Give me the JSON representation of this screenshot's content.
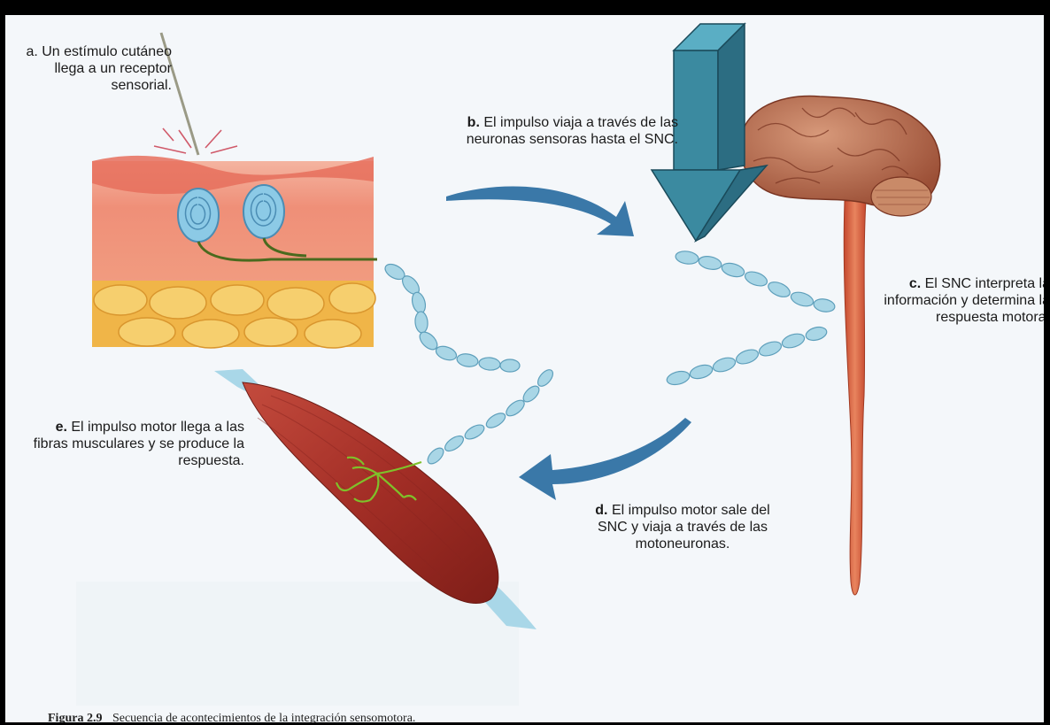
{
  "labels": {
    "a": {
      "letter": "a.",
      "text": "Un estímulo cutáneo llega a un receptor sensorial."
    },
    "b": {
      "letter": "b.",
      "text": "El impulso viaja a través de las neuronas sensoras hasta el SNC."
    },
    "c": {
      "letter": "c.",
      "text": "El SNC interpreta la información y determina la respuesta motora."
    },
    "d": {
      "letter": "d.",
      "text": "El impulso motor sale del SNC y viaja a través de las motoneuronas."
    },
    "e": {
      "letter": "e.",
      "text": "El impulso motor llega a las fibras musculares y se produce la respuesta."
    }
  },
  "caption": {
    "figure": "Figura 2.9",
    "text": "Secuencia de acontecimientos de la integración sensomotora."
  },
  "colors": {
    "frame": "#000000",
    "arrow_blue": "#3a78a8",
    "pointer_arrow": "#3b8aa0",
    "muscle": "#a8322a",
    "spinal_cord": "#d8603e",
    "brain": "#b46a4a",
    "neuron": "#a9d6e6",
    "fat": "#f0b548",
    "skin": "#f09a80"
  }
}
